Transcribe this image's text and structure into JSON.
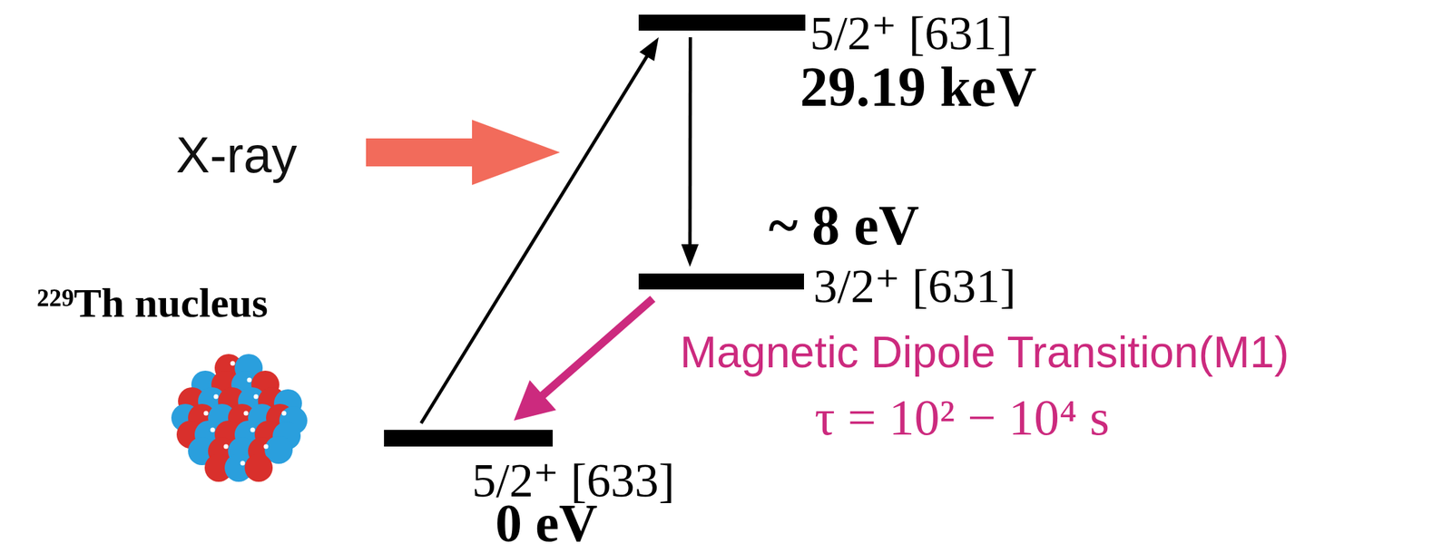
{
  "diagram": {
    "nodes": [
      {
        "text": [
          "5/2⁺ [631]",
          "29.19 keV"
        ]
      },
      {
        "text": [
          "~ 8 eV",
          "3/2⁺ [631]"
        ]
      },
      {
        "text": [
          "5/2⁺ [633]",
          "0 eV"
        ]
      }
    ],
    "edges": [
      {
        "from": 2,
        "to": 0,
        "arrow": "to"
      },
      {
        "from": 0,
        "to": 1,
        "arrow": "to"
      },
      {
        "from": 1,
        "to": 2,
        "arrow": "to",
        "label": "Magnetic Dipole Transition(M1)"
      }
    ],
    "labels": [
      "X-ray",
      "²²⁹Th nucleus",
      "τ = 10² − 10⁴ s"
    ]
  }
}
